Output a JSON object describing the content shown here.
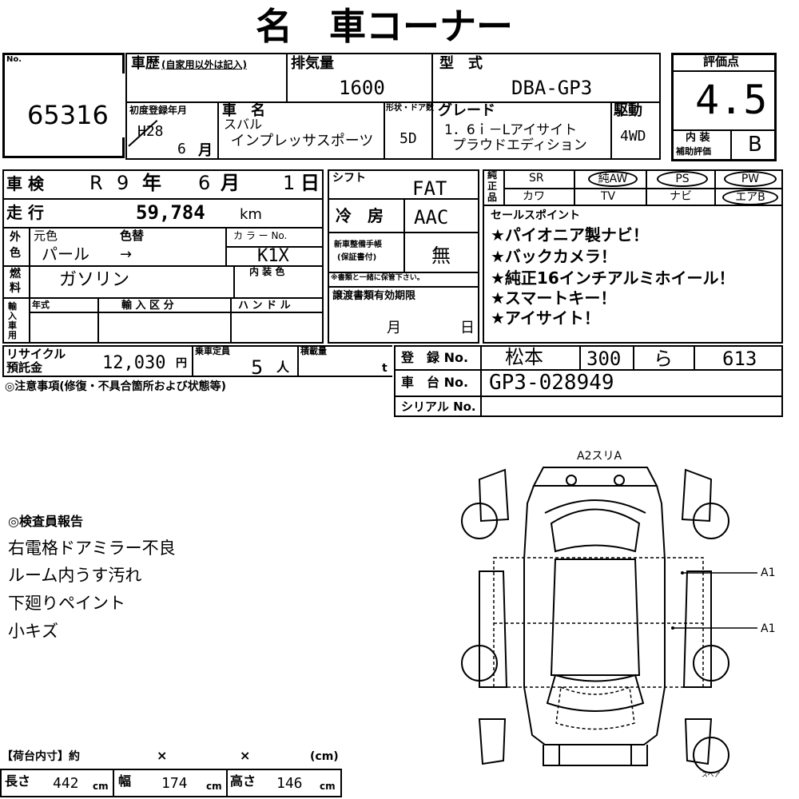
{
  "title": "名　車コーナー",
  "lot": {
    "label": "No.",
    "number": "65316"
  },
  "history": {
    "label": "車歴",
    "note": "(自家用以外は記入)",
    "value": ""
  },
  "displacement": {
    "label": "排気量",
    "value": "1600"
  },
  "model": {
    "label": "型　式",
    "value": "DBA-GP3"
  },
  "first_reg": {
    "label": "初度登録年月",
    "year": "H28",
    "month": "6",
    "month_unit": "月"
  },
  "car_name": {
    "label": "車　名",
    "maker": "スバル",
    "name": "インプレッサスポーツ"
  },
  "body_doors": {
    "label": "形状・ドア数",
    "value": "5D"
  },
  "grade": {
    "label": "グレード",
    "value_line1": "1．6ｉ－Lアイサイト",
    "value_line2": "プラウドエディション"
  },
  "drive": {
    "label": "駆動",
    "value": "4WD"
  },
  "rating": {
    "label": "評価点",
    "score": "4.5",
    "interior_label_1": "内 装",
    "interior_label_2": "補助評価",
    "interior_value": "B"
  },
  "shaken": {
    "label": "車 検",
    "era": "R",
    "year": "9",
    "year_unit": "年",
    "month": "6",
    "month_unit": "月",
    "day": "1",
    "day_unit": "日"
  },
  "mileage": {
    "label": "走 行",
    "value": "59,784",
    "unit": "km"
  },
  "exterior": {
    "label1": "外",
    "label2": "色",
    "orig_label": "元色",
    "repaint_label": "色替",
    "orig_value": "パール",
    "arrow": "→"
  },
  "color_no": {
    "label": "カ ラ ー No.",
    "value": "K1X"
  },
  "interior_color": {
    "label": "内 装 色"
  },
  "fuel": {
    "label1": "燃",
    "label2": "料",
    "value": "ガソリン"
  },
  "import": {
    "label": "輸入車用",
    "year_label": "年式",
    "class_label": "輸 入 区 分",
    "handle_label": "ハ ン ド ル"
  },
  "shift": {
    "label": "シフト",
    "value": "FAT"
  },
  "aircon": {
    "label": "冷　房",
    "value": "AAC"
  },
  "maintenance": {
    "label_1": "新車整備手帳",
    "label_2": "(保証書付)",
    "value": "無",
    "note": "※書類と一緒に保管下さい。"
  },
  "transfer": {
    "label": "譲渡書類有効期限",
    "month_unit": "月",
    "day_unit": "日"
  },
  "equipment": {
    "label1": "純",
    "label2": "正",
    "label3": "品",
    "row1": [
      "SR",
      "純AW",
      "PS",
      "PW"
    ],
    "row2": [
      "カワ",
      "TV",
      "ナビ",
      "エアB"
    ]
  },
  "sales_points": {
    "label": "セールスポイント",
    "items": [
      "★パイオニア製ナビ！",
      "★バックカメラ！",
      "★純正16インチアルミホイール！",
      "★スマートキー！",
      "★アイサイト！"
    ]
  },
  "recycle": {
    "label1": "リサイクル",
    "label2": "預託金",
    "value": "12,030",
    "unit": "円"
  },
  "capacity": {
    "label": "乗車定員",
    "value": "5",
    "unit": "人"
  },
  "load": {
    "label": "積載量",
    "unit": "t"
  },
  "registration": {
    "label": "登　録 No.",
    "area": "松本",
    "class": "300",
    "kana": "ら",
    "number": "613"
  },
  "chassis": {
    "label": "車　台 No.",
    "value": "GP3-028949"
  },
  "serial": {
    "label": "シリアル No.",
    "value": ""
  },
  "notes_label": "◎注意事項(修復・不具合箇所および状態等)",
  "inspector": {
    "label": "◎検査員報告",
    "items": [
      "右電格ドアミラー不良",
      "ルーム内うす汚れ",
      "下廻りペイント",
      "小キズ"
    ]
  },
  "cargo": {
    "label": "【荷台内寸】約",
    "x1": "×",
    "x2": "×",
    "unit_cm": "(cm)",
    "length_label": "長さ",
    "length": "442",
    "width_label": "幅",
    "width": "174",
    "height_label": "高さ",
    "height": "146",
    "cm": "cm"
  },
  "diagram": {
    "top_mark": "A2スリA",
    "mark_1": "A1",
    "mark_2": "A1",
    "spare": "スペア"
  }
}
